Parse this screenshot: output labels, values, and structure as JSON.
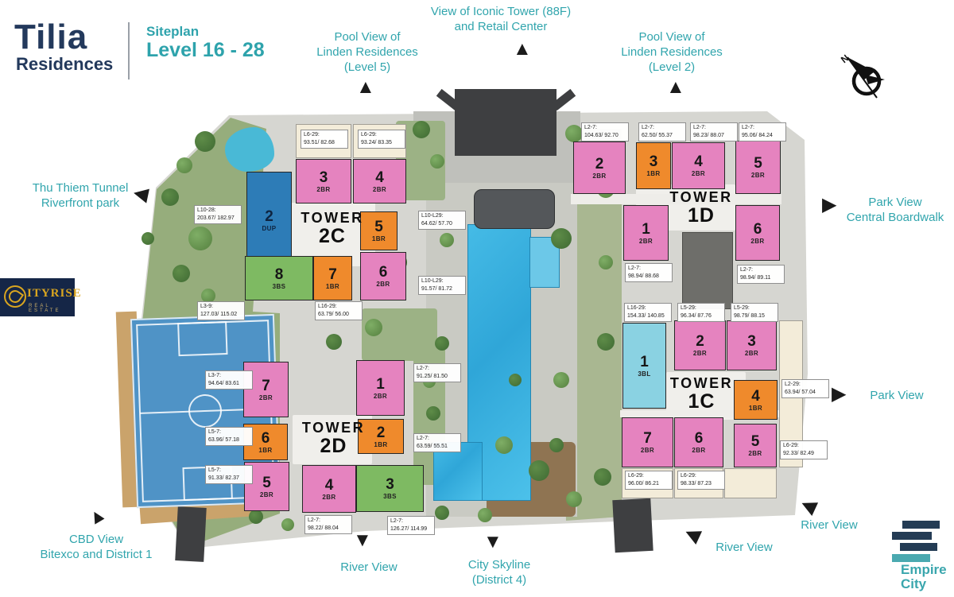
{
  "header": {
    "brand_title": "Tilia",
    "brand_subtitle": "Residences",
    "plan_label": "Siteplan",
    "level_label": "Level 16 - 28"
  },
  "compass": {
    "north_label": "N"
  },
  "icons": {
    "arrow_up": "▲",
    "arrow_down": "▼",
    "arrow_left": "◀",
    "arrow_right": "▶"
  },
  "logos": {
    "cityrise": {
      "name": "ITYRISE",
      "tagline": "Real Estate"
    },
    "empire_city": {
      "name": "Empire\nCity"
    }
  },
  "views": {
    "pool_view_level5": "Pool View of\nLinden Residences\n(Level 5)",
    "iconic_tower": "View of Iconic Tower (88F)\nand Retail Center",
    "pool_view_level2": "Pool View of\nLinden Residences\n(Level 2)",
    "thu_thiem": "Thu Thiem Tunnel\nRiverfront park",
    "park_view_boardwalk": "Park View\nCentral Boardwalk",
    "park_view": "Park View",
    "river_view_right_upper": "River View",
    "river_view_right_lower": "River View",
    "city_skyline": "City Skyline\n(District 4)",
    "river_view_bottom": "River View",
    "cbd_view": "CBD View\nBitexco and District 1"
  },
  "colors": {
    "teal_text": "#31a5ad",
    "navy": "#23395c",
    "unit_2br": "#e583bf",
    "unit_1br": "#ef8a2c",
    "unit_3bs": "#7eba62",
    "unit_dup": "#2d7cb7",
    "unit_3bl": "#8ad2e2",
    "pool": "#3eb5e2"
  },
  "towers": {
    "t2c": {
      "label_line1": "TOWER",
      "label_line2": "2C",
      "units": {
        "u2": {
          "num": "2",
          "type": "DUP"
        },
        "u3": {
          "num": "3",
          "type": "2BR"
        },
        "u4": {
          "num": "4",
          "type": "2BR"
        },
        "u5": {
          "num": "5",
          "type": "1BR"
        },
        "u6": {
          "num": "6",
          "type": "2BR"
        },
        "u7": {
          "num": "7",
          "type": "1BR"
        },
        "u8": {
          "num": "8",
          "type": "3BS"
        }
      },
      "annotations": {
        "a_u3": "L6-29:\n93.51/ 82.68",
        "a_u4": "L6-29:\n93.24/ 83.35",
        "a_u2": "L10-28:\n203.67/ 182.97",
        "a_u8": "L3-9:\n127.03/ 115.02",
        "a_u7": "L16-29:\n63.79/ 56.00",
        "a_u5": "L10-L29:\n64.62/ 57.70",
        "a_u6": "L10-L29:\n91.57/ 81.72"
      }
    },
    "t2d": {
      "label_line1": "TOWER",
      "label_line2": "2D",
      "units": {
        "u7": {
          "num": "7",
          "type": "2BR"
        },
        "u6": {
          "num": "6",
          "type": "1BR"
        },
        "u5": {
          "num": "5",
          "type": "2BR"
        },
        "u1": {
          "num": "1",
          "type": "2BR"
        },
        "u2": {
          "num": "2",
          "type": "1BR"
        },
        "u4": {
          "num": "4",
          "type": "2BR"
        },
        "u3": {
          "num": "3",
          "type": "3BS"
        }
      },
      "annotations": {
        "a_u7": "L3-7:\n94.64/ 83.61",
        "a_u6": "L5-7:\n63.96/ 57.18",
        "a_u5": "L5-7:\n91.33/ 82.37",
        "a_u1": "L2-7:\n91.25/ 81.50",
        "a_u2": "L2-7:\n63.59/ 55.51",
        "a_u4": "L2-7:\n98.22/ 88.04",
        "a_u3": "L2-7:\n126.27/ 114.99"
      }
    },
    "t1d": {
      "label_line1": "TOWER",
      "label_line2": "1D",
      "units": {
        "u2": {
          "num": "2",
          "type": "2BR"
        },
        "u3": {
          "num": "3",
          "type": "1BR"
        },
        "u4": {
          "num": "4",
          "type": "2BR"
        },
        "u5": {
          "num": "5",
          "type": "2BR"
        },
        "u1": {
          "num": "1",
          "type": "2BR"
        },
        "u6": {
          "num": "6",
          "type": "2BR"
        }
      },
      "annotations": {
        "a_u2": "L2-7:\n104.63/ 92.70",
        "a_u3": "L2-7:\n62.50/ 55.37",
        "a_u4": "L2-7:\n98.23/ 88.07",
        "a_u5": "L2-7:\n95.06/ 84.24",
        "a_u1": "L2-7:\n98.94/ 88.68",
        "a_u6": "L2-7:\n98.94/ 89.11"
      }
    },
    "t1c": {
      "label_line1": "TOWER",
      "label_line2": "1C",
      "units": {
        "u1": {
          "num": "1",
          "type": "3BL"
        },
        "u2": {
          "num": "2",
          "type": "2BR"
        },
        "u3": {
          "num": "3",
          "type": "2BR"
        },
        "u4": {
          "num": "4",
          "type": "1BR"
        },
        "u5": {
          "num": "5",
          "type": "2BR"
        },
        "u7": {
          "num": "7",
          "type": "2BR"
        },
        "u6": {
          "num": "6",
          "type": "2BR"
        }
      },
      "annotations": {
        "a_u1": "L16-29:\n154.33/ 140.85",
        "a_u2": "L5-29:\n96.34/ 87.76",
        "a_u3": "L5-29:\n98.79/ 88.15",
        "a_u4": "L2-29:\n63.94/ 57.04",
        "a_u5": "L6-29:\n92.33/ 82.49",
        "a_u7": "L6-29:\n96.00/ 86.21",
        "a_u6": "L6-29:\n98.33/ 87.23"
      }
    }
  }
}
